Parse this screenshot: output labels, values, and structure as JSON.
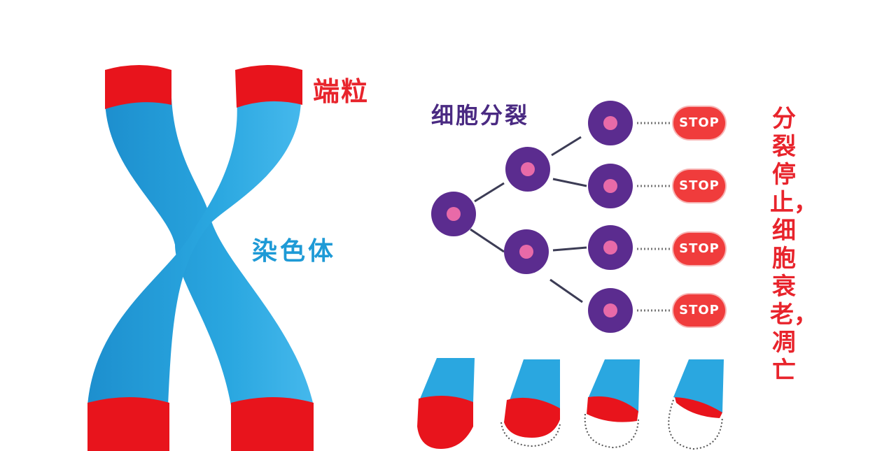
{
  "labels": {
    "telomere": "端粒",
    "chromosome": "染色体",
    "cell_division": "细胞分裂",
    "caption": "分裂停止，细胞衰老，凋亡"
  },
  "stop_badges": [
    "STOP",
    "STOP",
    "STOP",
    "STOP"
  ],
  "colors": {
    "chromosome_blue": "#2aa7e0",
    "telomere_red": "#e8141c",
    "cell_purple": "#5b2c8f",
    "nucleus_pink": "#e86aa8",
    "stop_red": "#f03c3c"
  }
}
